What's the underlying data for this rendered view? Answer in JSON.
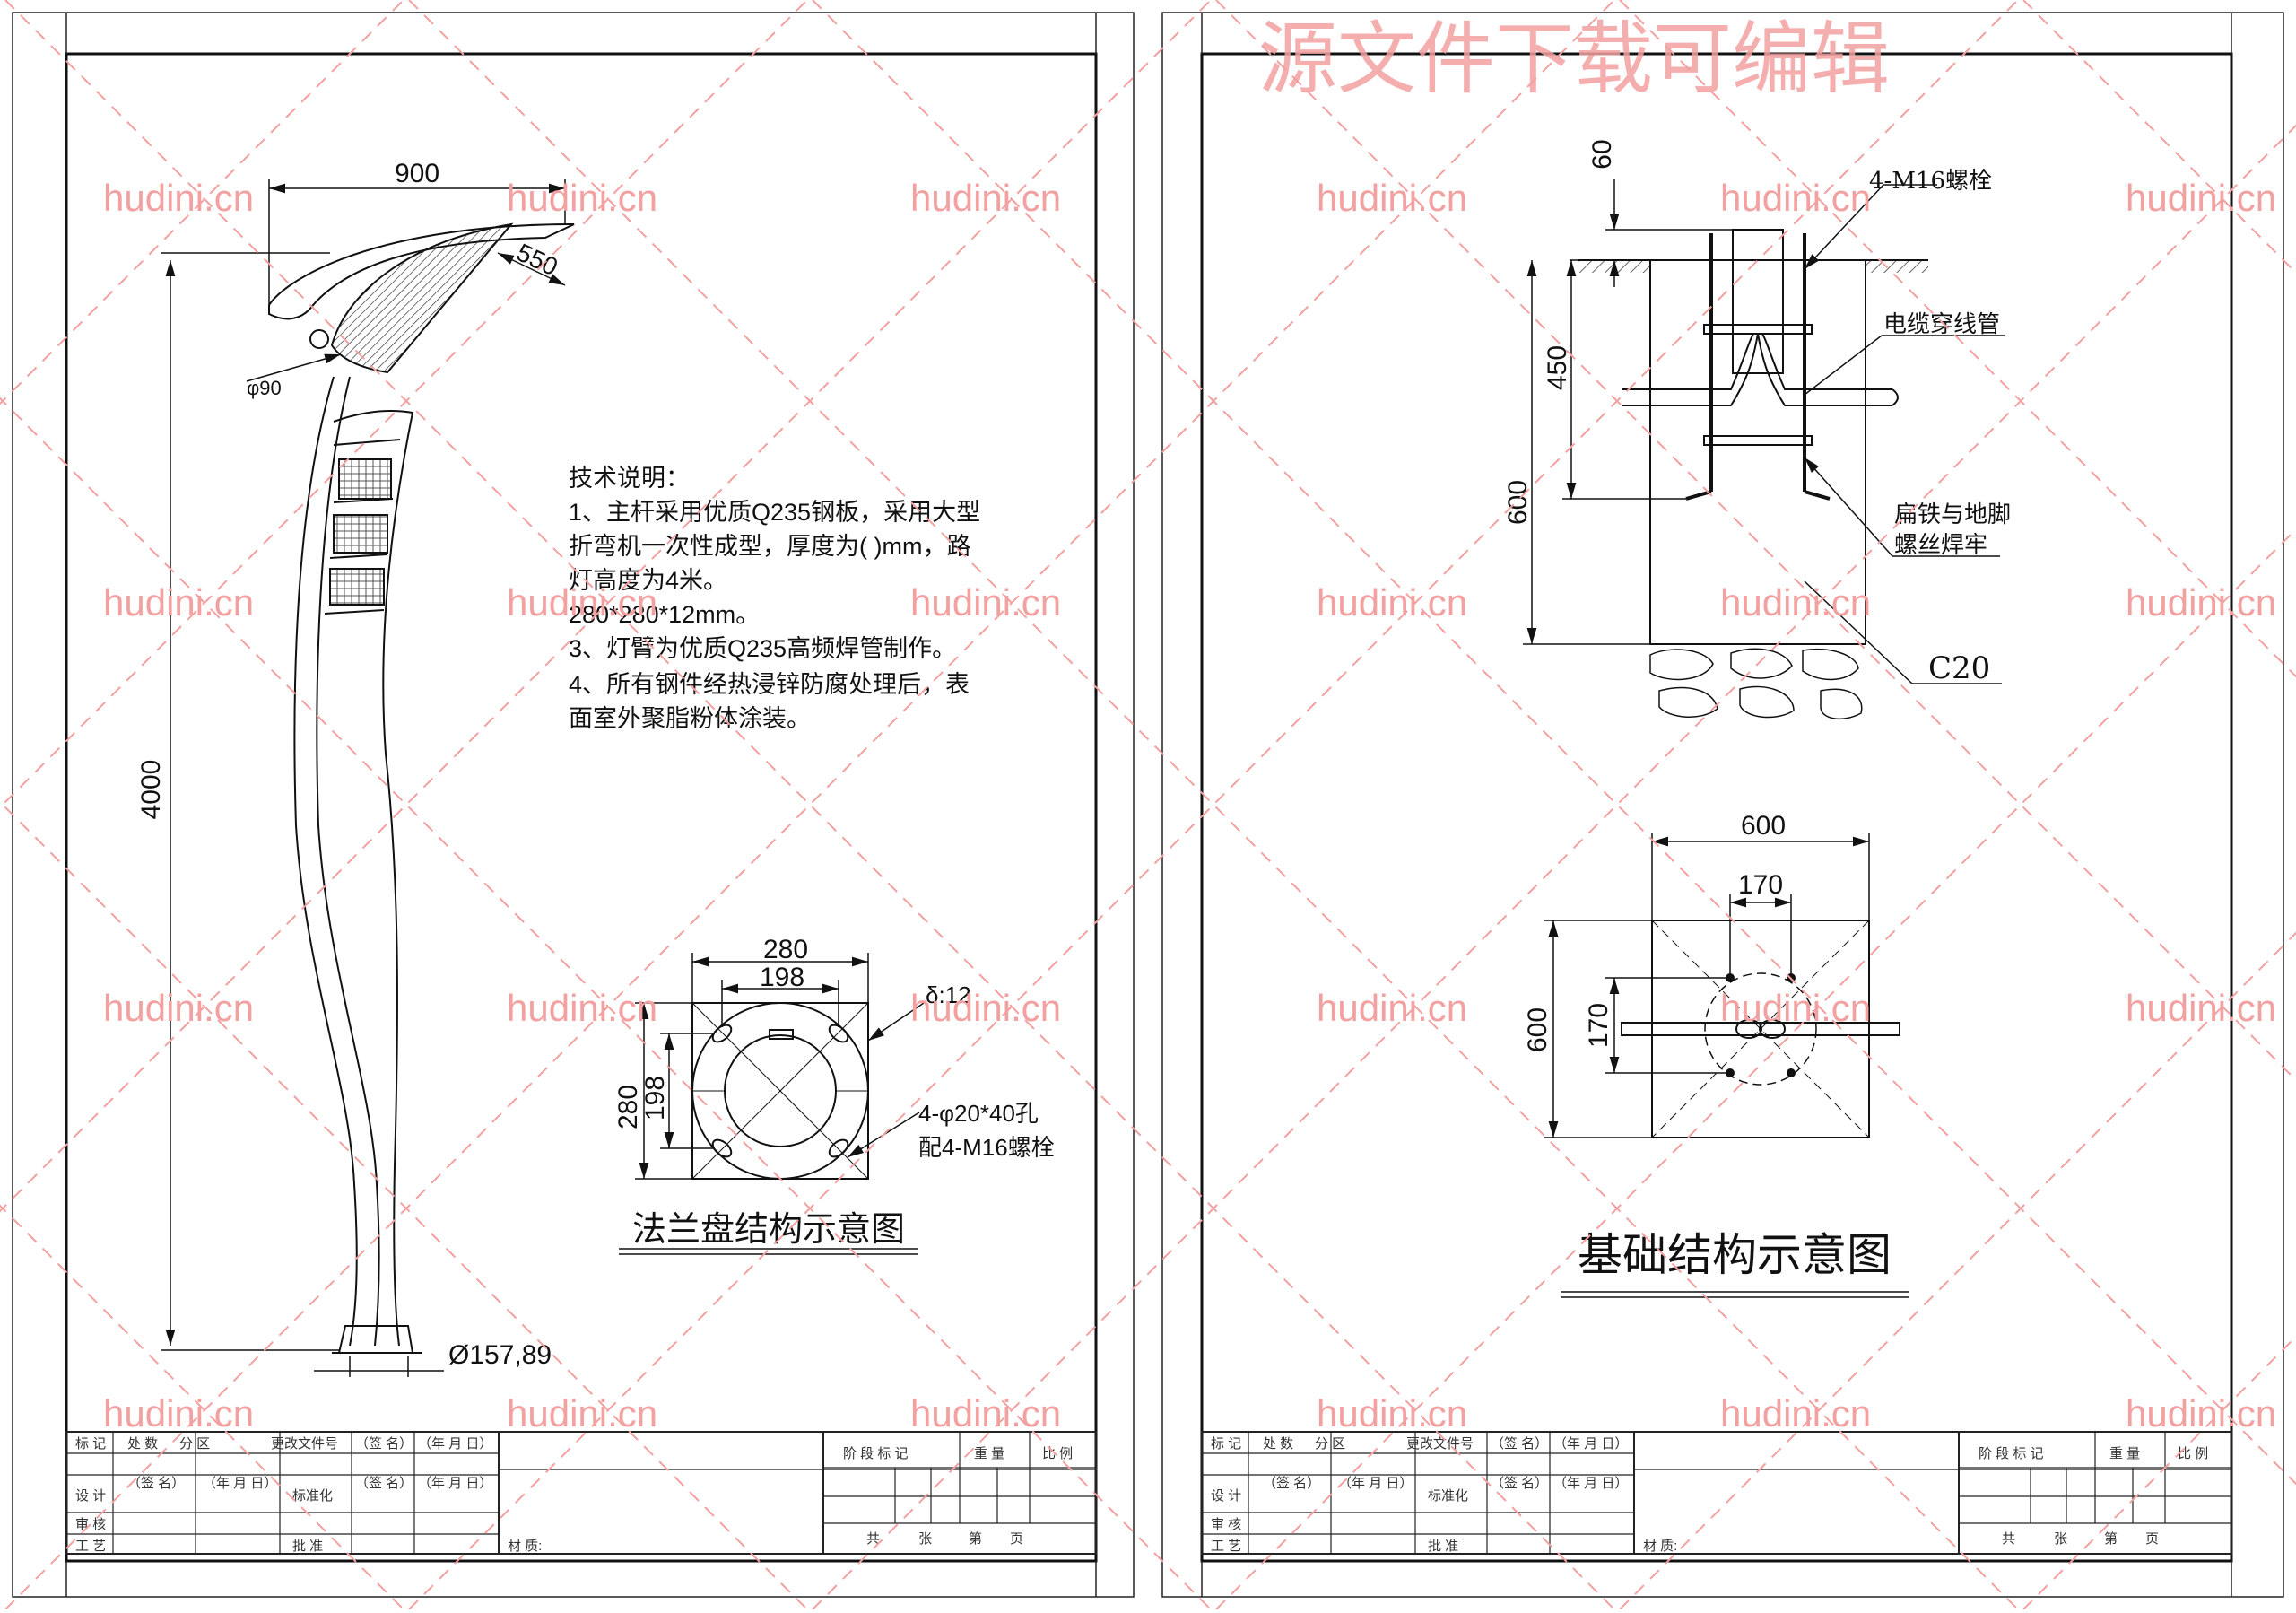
{
  "watermark": {
    "site": "hudini.cn",
    "banner": "源文件下载可编辑",
    "color": "#f3a0a0"
  },
  "left_sheet": {
    "pole": {
      "arm_length": "900",
      "head_size": "550",
      "arm_diameter": "φ90",
      "height": "4000",
      "base_diameter": "Ø157,89"
    },
    "notes": {
      "title": "技术说明：",
      "lines": [
        "1、主杆采用优质Q235钢板，采用大型",
        "折弯机一次性成型，厚度为(  )mm，路",
        "灯高度为4米。",
        "280*280*12mm。",
        "3、灯臂为优质Q235高频焊管制作。",
        "4、所有钢件经热浸锌防腐处理后，表",
        "面室外聚脂粉体涂装。"
      ]
    },
    "flange": {
      "outer_width": "280",
      "inner_width": "198",
      "outer_height": "280",
      "inner_height": "198",
      "thickness": "δ:12",
      "holes_line1": "4-φ20*40孔",
      "holes_line2": "配4-M16螺栓",
      "caption": "法兰盘结构示意图"
    }
  },
  "right_sheet": {
    "foundation": {
      "top_offset": "60",
      "bolt_label": "4-M16螺栓",
      "conduit_label": "电缆穿线管",
      "depth_upper": "450",
      "depth_total": "600",
      "weld_line1": "扁铁与地脚",
      "weld_line2": "螺丝焊牢",
      "concrete": "C20"
    },
    "plan": {
      "width": "600",
      "bolt_spacing_x": "170",
      "height": "600",
      "bolt_spacing_y": "170",
      "caption": "基础结构示意图"
    }
  },
  "title_block": {
    "mark": "标 记",
    "count": "处 数",
    "zone": "分 区",
    "doc_no": "更改文件号",
    "sign": "（签 名）",
    "date": "（年 月 日）",
    "design": "设 计",
    "standard": "标准化",
    "review": "审 核",
    "process": "工 艺",
    "approve": "批 准",
    "material": "材 质:",
    "stage": "阶 段 标 记",
    "weight": "重 量",
    "scale": "比 例",
    "total": "共",
    "sheets": "张",
    "page": "第",
    "page_unit": "页"
  }
}
